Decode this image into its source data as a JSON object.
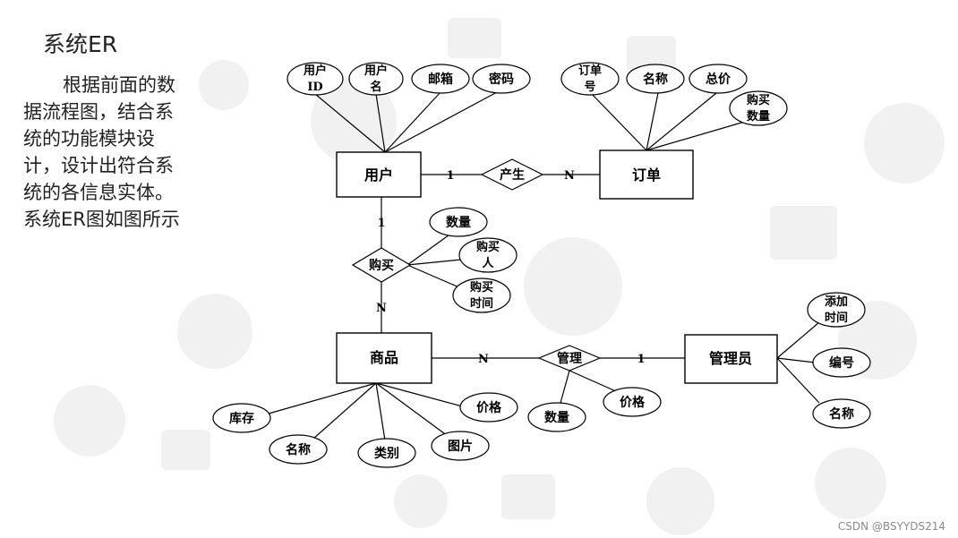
{
  "slide": {
    "title": "系统ER",
    "body": "根据前面的数据流程图，结合系统的功能模块设计，设计出符合系统的各信息实体。系统ER图如图所示"
  },
  "diagram": {
    "entities": {
      "user": "用户",
      "order": "订单",
      "product": "商品",
      "admin": "管理员"
    },
    "relationships": {
      "produce": "产生",
      "purchase": "购买",
      "manage": "管理"
    },
    "attributes": {
      "user_id": [
        "用户",
        "ID"
      ],
      "user_name": [
        "用户",
        "名"
      ],
      "email": "邮箱",
      "password": "密码",
      "order_no": [
        "订单",
        "号"
      ],
      "order_name": "名称",
      "total_price": "总价",
      "purchase_qty_order": [
        "购买",
        "数量"
      ],
      "purchase_qty": "数量",
      "buyer": [
        "购买",
        "人"
      ],
      "purchase_time": [
        "购买",
        "时间"
      ],
      "stock": "库存",
      "product_name": "名称",
      "category": "类别",
      "image": "图片",
      "product_price": "价格",
      "manage_qty": "数量",
      "manage_price": "价格",
      "add_time": [
        "添加",
        "时间"
      ],
      "admin_no": "编号",
      "admin_name": "名称"
    },
    "cardinalities": {
      "user_produce": "1",
      "produce_order": "N",
      "user_purchase": "1",
      "purchase_product": "N",
      "product_manage": "N",
      "manage_admin": "1"
    }
  },
  "watermark": "CSDN @BSYYDS214",
  "colors": {
    "background": "#ffffff",
    "decoration": "#f1f1f1",
    "line": "#000000"
  }
}
